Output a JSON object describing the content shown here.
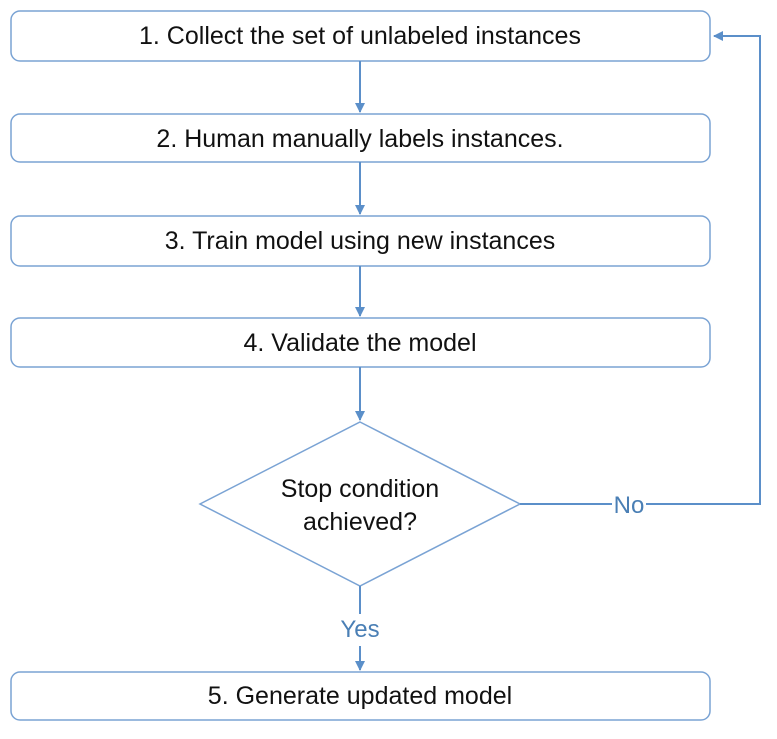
{
  "colors": {
    "box_border": "#7aa3d4",
    "connector": "#5b8fc9",
    "text": "#111111",
    "edge_label": "#4a7fb5",
    "background": "#ffffff"
  },
  "steps": [
    {
      "label": "1. Collect the set of unlabeled instances"
    },
    {
      "label": "2. Human manually labels instances."
    },
    {
      "label": "3. Train model using new instances"
    },
    {
      "label": "4. Validate the model"
    },
    {
      "label": "5. Generate updated model"
    }
  ],
  "decision": {
    "line1": "Stop condition",
    "line2": "achieved?"
  },
  "edges": {
    "no_label": "No",
    "yes_label": "Yes"
  }
}
